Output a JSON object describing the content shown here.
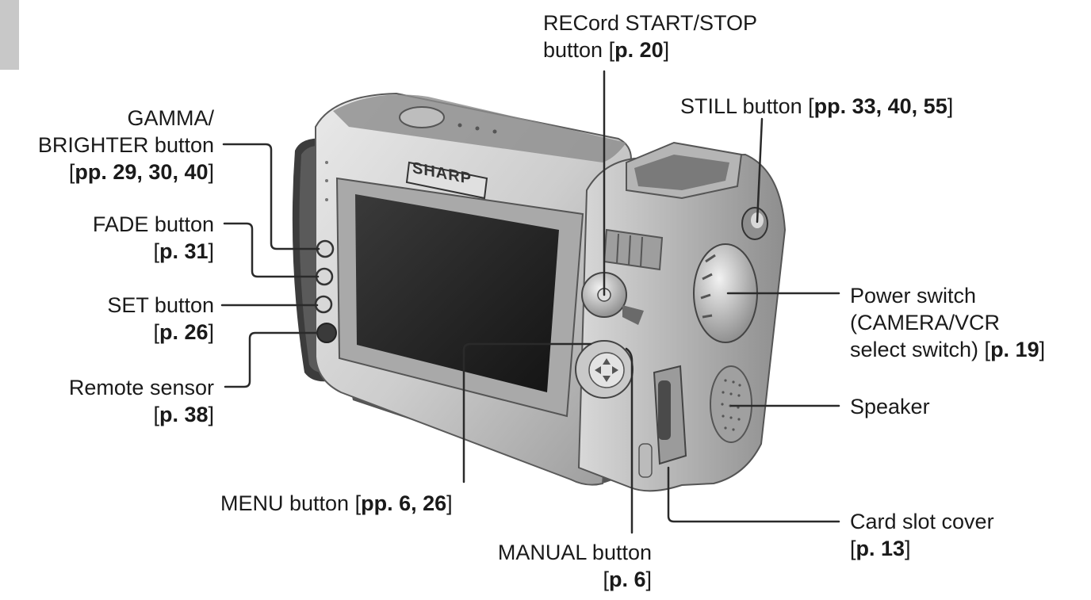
{
  "labels": {
    "record": {
      "line1": "RECord START/STOP",
      "line2": "button",
      "ref": "p. 20"
    },
    "still": {
      "text": "STILL button",
      "ref": "pp. 33, 40, 55"
    },
    "gamma": {
      "line1": "GAMMA/",
      "line2": "BRIGHTER button",
      "ref": "pp. 29, 30, 40"
    },
    "fade": {
      "line1": "FADE button",
      "ref": "p. 31"
    },
    "set": {
      "line1": "SET button",
      "ref": "p. 26"
    },
    "remote": {
      "line1": "Remote sensor",
      "ref": "p. 38"
    },
    "menu": {
      "text": "MENU button",
      "ref": "pp. 6, 26"
    },
    "manual": {
      "line1": "MANUAL button",
      "ref": "p. 6"
    },
    "power": {
      "line1": "Power switch",
      "line2": "(CAMERA/VCR",
      "line3": "select switch)",
      "ref": "p. 19"
    },
    "speaker": {
      "text": "Speaker"
    },
    "card": {
      "line1": "Card slot cover",
      "ref": "p. 13"
    }
  },
  "brand": "SHARP",
  "colors": {
    "body": "#cfcfcf",
    "shadow": "#6e6e6e",
    "screen": "#2b2b2b",
    "line": "#2a2a2a"
  }
}
